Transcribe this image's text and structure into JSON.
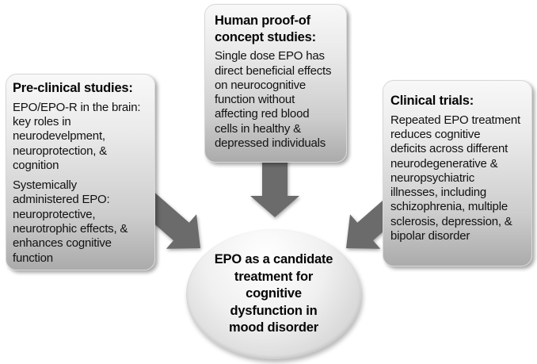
{
  "diagram": {
    "colors": {
      "arrow": "#6b6b6b"
    },
    "boxes": [
      {
        "id": "preclinical",
        "heading": "Pre-clinical studies:",
        "paragraphs": [
          "EPO/EPO-R in the brain:\nkey roles in\nneurodevelpment,\nneuroprotection, &\ncognition",
          "Systemically\nadministered EPO:\nneuroprotective,\nneurotrophic effects, &\nenhances cognitive\nfunction"
        ]
      },
      {
        "id": "human-proof-of-concept",
        "heading": "Human proof-of\nconcept studies:",
        "paragraphs": [
          "Single dose EPO has\ndirect beneficial effects\non neurocognitive\nfunction without\naffecting red blood\ncells in healthy &\ndepressed individuals"
        ]
      },
      {
        "id": "clinical-trials",
        "heading": "Clinical trials:",
        "paragraphs": [
          "Repeated EPO treatment\nreduces cognitive\ndeficits across different\nneurodegenerative &\nneuropsychiatric\nillnesses, including\nschizophrenia, multiple\nsclerosis, depression, &\nbipolar disorder"
        ]
      }
    ],
    "center_ellipse": {
      "text": "EPO as a candidate\ntreatment for\ncognitive\ndysfunction in\nmood disorder"
    }
  }
}
